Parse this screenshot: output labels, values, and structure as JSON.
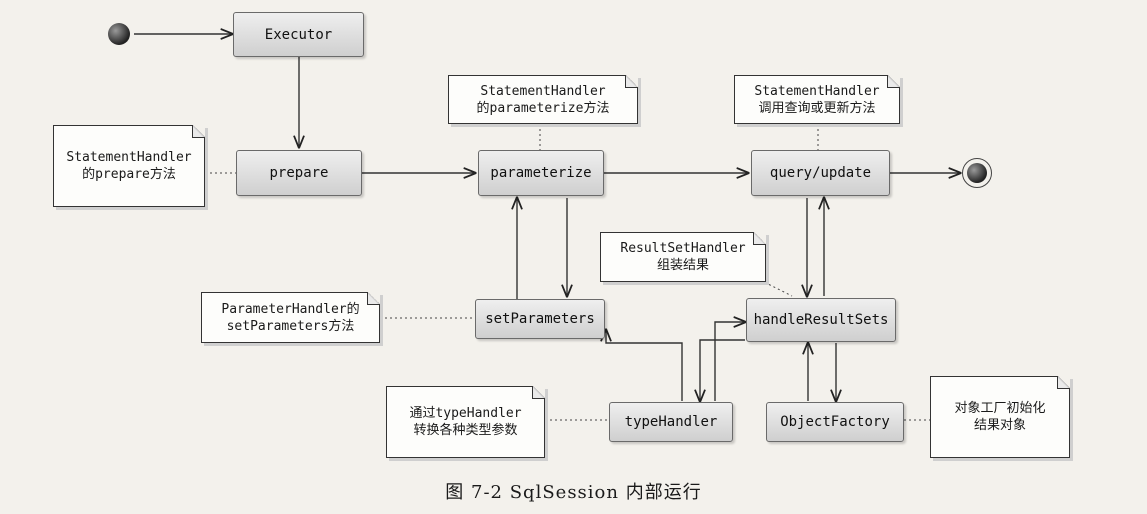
{
  "nodes": {
    "executor": "Executor",
    "prepare": "prepare",
    "parameterize": "parameterize",
    "query_update": "query/update",
    "set_parameters": "setParameters",
    "handle_result_sets": "handleResultSets",
    "type_handler": "typeHandler",
    "object_factory": "ObjectFactory"
  },
  "notes": {
    "statement_handler_prepare": "StatementHandler\n的prepare方法",
    "statement_handler_parameterize": "StatementHandler\n的parameterize方法",
    "statement_handler_query": "StatementHandler\n调用查询或更新方法",
    "result_set_handler": "ResultSetHandler\n组装结果",
    "parameter_handler": "ParameterHandler的\nsetParameters方法",
    "type_handler_note": "通过typeHandler\n转换各种类型参数",
    "object_factory_note": "对象工厂初始化\n结果对象"
  },
  "caption": "图 7-2   SqlSession 内部运行",
  "colors": {
    "background": "#f3f1ec",
    "node_fill": "#dcdcdc",
    "line": "#333333"
  }
}
